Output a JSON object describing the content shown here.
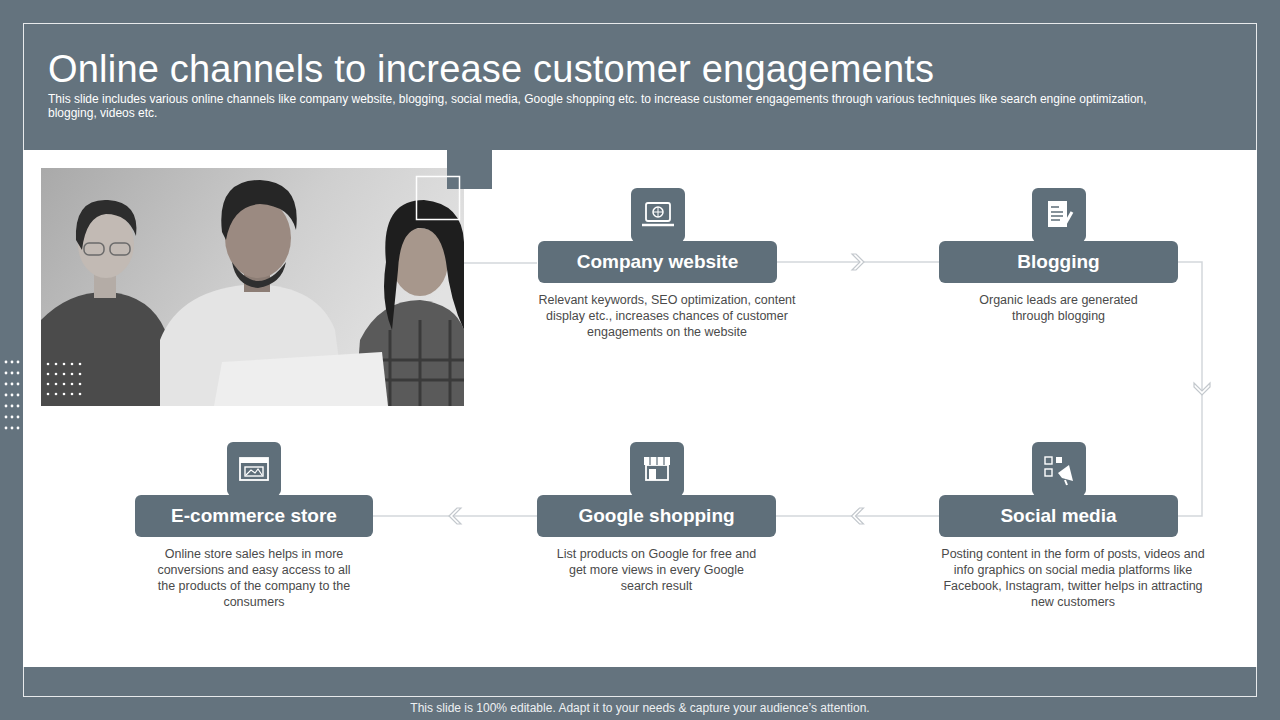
{
  "diagram": {
    "title": "Online channels to increase customer engagements",
    "caption": "This slide includes various online channels like company website, blogging, social media, Google shopping etc. to increase customer engagements through various techniques like search engine optimization, blogging, videos etc.",
    "nodes": [
      {
        "text": [
          "Company website",
          "Relevant keywords, SEO optimization, content display etc., increases chances of customer engagements on the website"
        ]
      },
      {
        "text": [
          "Blogging",
          "Organic leads are generated through blogging"
        ]
      },
      {
        "text": [
          "Social media",
          "Posting content in the form of posts, videos and info graphics on social media platforms like Facebook, Instagram, twitter helps in attracting new customers"
        ]
      },
      {
        "text": [
          "Google shopping",
          "List products on Google for free and get more views in every Google search result"
        ]
      },
      {
        "text": [
          "E-commerce store",
          "Online store sales helps in more conversions and easy access to all the products of the company to the consumers"
        ]
      }
    ],
    "edges": [
      {
        "from": 0,
        "to": 1,
        "arrow": "to"
      },
      {
        "from": 1,
        "to": 2,
        "arrow": "to"
      },
      {
        "from": 2,
        "to": 3,
        "arrow": "to"
      },
      {
        "from": 3,
        "to": 4,
        "arrow": "to"
      }
    ],
    "labels": [
      "This slide is 100% editable. Adapt it to your needs & capture your audience’s attention."
    ]
  }
}
